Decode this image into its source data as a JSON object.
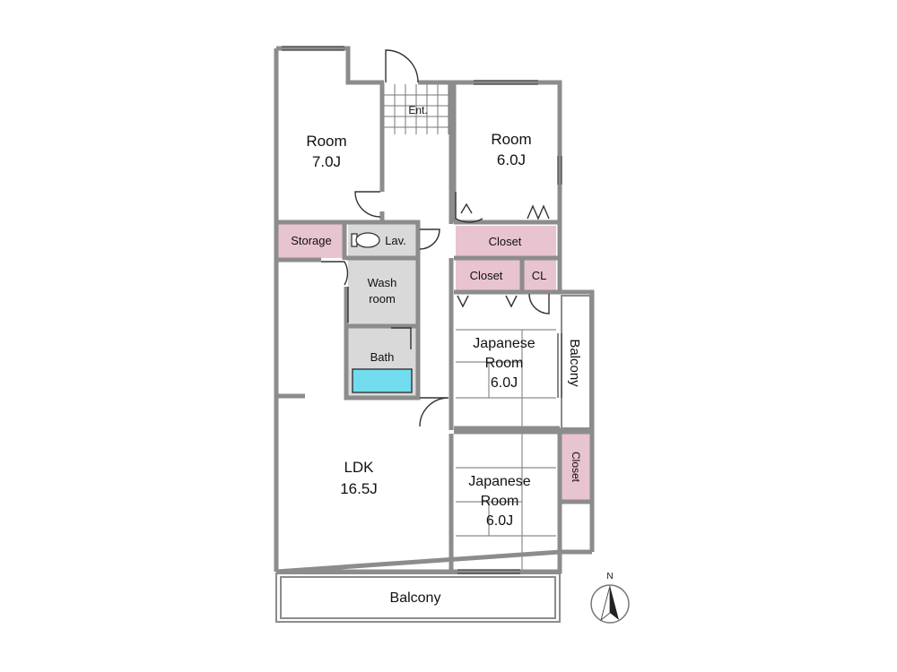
{
  "rooms": {
    "room_west": {
      "name": "Room",
      "size": "7.0J"
    },
    "room_east": {
      "name": "Room",
      "size": "6.0J"
    },
    "entrance": "Ent.",
    "storage": "Storage",
    "lavatory": "Lav.",
    "closet_top": "Closet",
    "closet_mid": "Closet",
    "cl": "CL",
    "wash": {
      "line1": "Wash",
      "line2": "room"
    },
    "bath": "Bath",
    "japanese_1": {
      "line1": "Japanese",
      "line2": "Room",
      "size": "6.0J"
    },
    "japanese_2": {
      "line1": "Japanese",
      "line2": "Room",
      "size": "6.0J"
    },
    "balcony_side": "Balcony",
    "closet_side": "Closet",
    "ldk": {
      "name": "LDK",
      "size": "16.5J"
    },
    "balcony_bottom": "Balcony"
  },
  "compass": {
    "label": "N"
  },
  "colors": {
    "wall": "#8c8c8c",
    "storage": "#e8c3d0",
    "wet_room": "#d9d9d9",
    "bathtub": "#72dcef"
  }
}
